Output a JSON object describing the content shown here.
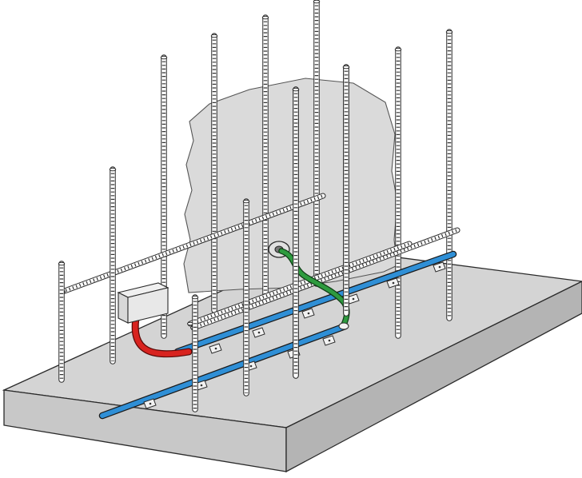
{
  "diagram": {
    "colors": {
      "slab_top": "#d4d4d4",
      "slab_front": "#c8c8c8",
      "slab_side": "#b4b4b4",
      "wall": "#dadada",
      "outline": "#2a2a2a",
      "rebar_fill": "#ffffff",
      "blue_electrode": "#2f8fd6",
      "red_cable": "#d8231f",
      "green_conductor": "#2e9b3f",
      "terminal_box": "#e8e8e8",
      "clip": "#f2f2f2"
    },
    "components": [
      {
        "name": "foundation-slab",
        "icon": "slab-block"
      },
      {
        "name": "concrete-wall",
        "icon": "wall-section"
      },
      {
        "name": "vertical-rebars",
        "icon": "ribbed-bar"
      },
      {
        "name": "horizontal-rebars",
        "icon": "ribbed-bar"
      },
      {
        "name": "blue-earth-electrode",
        "icon": "strip-conductor"
      },
      {
        "name": "red-connection-cable",
        "icon": "cable"
      },
      {
        "name": "green-earthing-conductor",
        "icon": "cable"
      },
      {
        "name": "terminal-box",
        "icon": "junction-box"
      },
      {
        "name": "wall-terminal-plate",
        "icon": "earthing-terminal"
      },
      {
        "name": "spacer-clips",
        "icon": "clamp"
      }
    ]
  }
}
